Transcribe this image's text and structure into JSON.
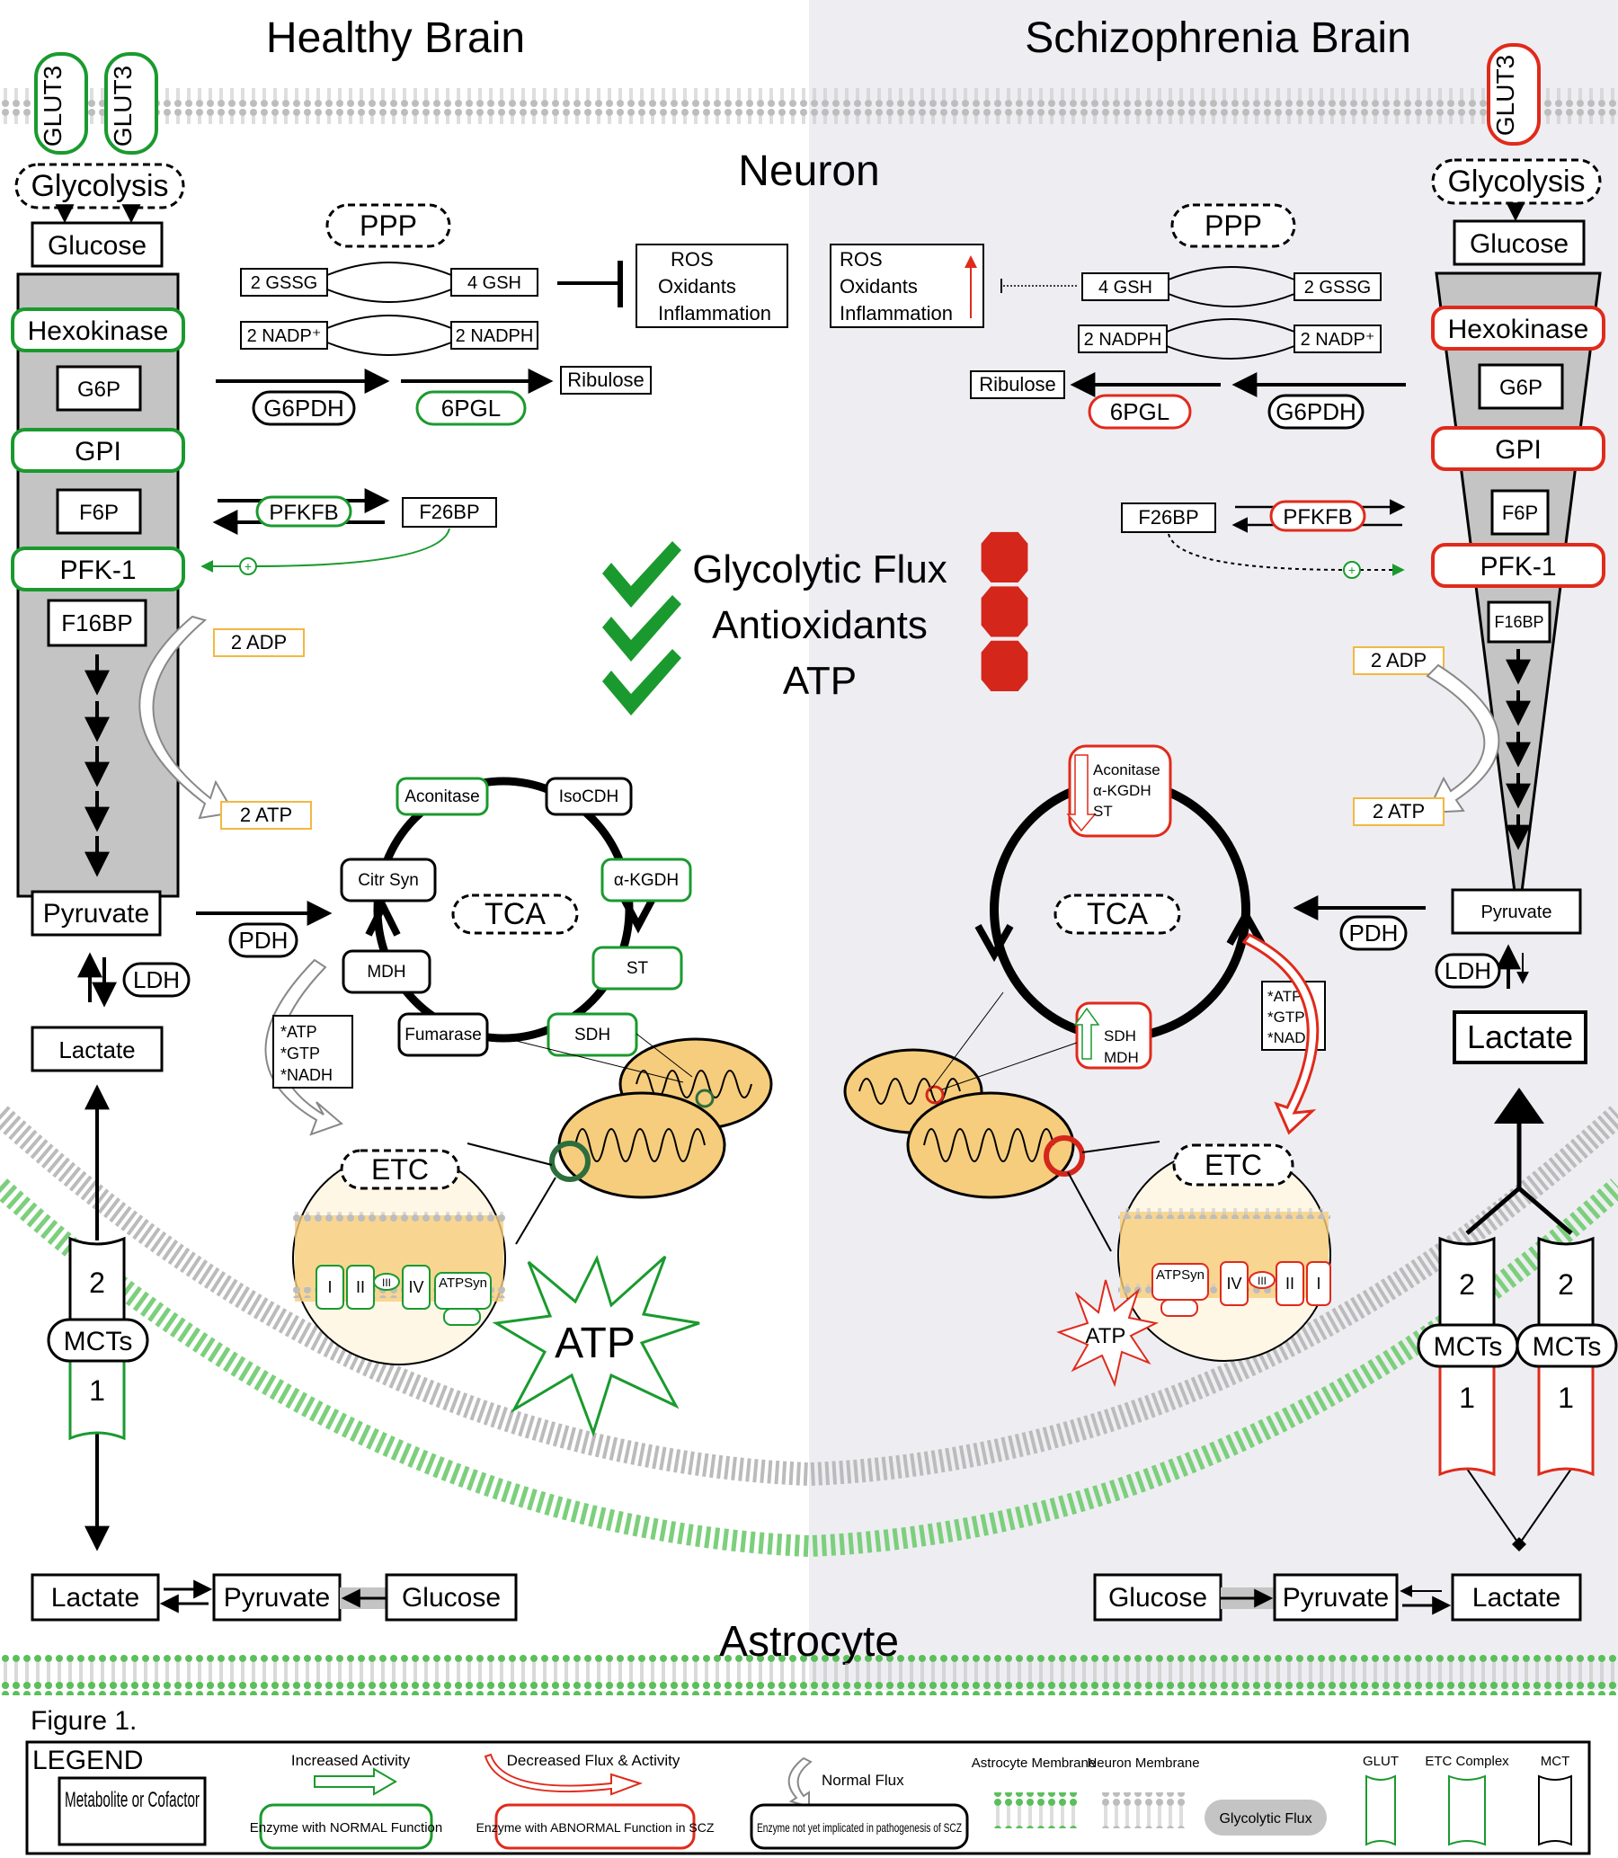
{
  "titles": {
    "healthy": "Healthy Brain",
    "scz": "Schizophrenia Brain",
    "neuron": "Neuron",
    "astrocyte": "Astrocyte",
    "figure": "Figure 1."
  },
  "colors": {
    "normal": "#1a9a2e",
    "abnormal": "#e02a1b",
    "shade": "#eeeef2",
    "glyco": "#c4c4c4",
    "orange": "#f4b740",
    "mito_fill": "#f6cd7c"
  },
  "common": {
    "glut3": "GLUT3",
    "glycolysis": "Glycolysis",
    "glucose": "Glucose",
    "hexokinase": "Hexokinase",
    "g6p": "G6P",
    "gpi": "GPI",
    "f6p": "F6P",
    "pfk1": "PFK-1",
    "f16bp": "F16BP",
    "pyruvate": "Pyruvate",
    "lactate": "Lactate",
    "ldh": "LDH",
    "pdh": "PDH",
    "ppp": "PPP",
    "gssg": "2 GSSG",
    "gsh": "4 GSH",
    "nadp": "2 NADP⁺",
    "nadph": "2 NADPH",
    "ros": "ROS",
    "oxidants": "Oxidants",
    "inflammation": "Inflammation",
    "g6pdh": "G6PDH",
    "pgl": "6PGL",
    "ribulose": "Ribulose",
    "pfkfb": "PFKFB",
    "f26bp": "F26BP",
    "adp": "2 ADP",
    "atp2": "2 ATP",
    "tca": "TCA",
    "etc": "ETC",
    "atp": "ATP",
    "atpsyn": "ATPSyn",
    "c1": "I",
    "c2": "II",
    "c3": "III",
    "c4": "IV",
    "mcts": "MCTs",
    "mct2": "2",
    "mct1": "1",
    "cofactors": [
      "*ATP",
      "*GTP",
      "*NADH"
    ]
  },
  "healthy": {
    "aconitase": "Aconitase",
    "isocdh": "IsoCDH",
    "akgdh": "α-KGDH",
    "st": "ST",
    "sdh": "SDH",
    "fumarase": "Fumarase",
    "mdh": "MDH",
    "citrsyn": "Citr Syn"
  },
  "scz": {
    "tca_decreased": [
      "Aconitase",
      "α-KGDH",
      "ST"
    ],
    "tca_increased": [
      "SDH",
      "MDH"
    ]
  },
  "center": {
    "items": [
      "Glycolytic Flux",
      "Antioxidants",
      "ATP"
    ]
  },
  "legend": {
    "title": "LEGEND",
    "metabolite": "Metabolite or Cofactor",
    "increased": "Increased Activity",
    "decreased": "Decreased Flux & Activity",
    "normal_flux": "Normal Flux",
    "enzyme_normal": "Enzyme with NORMAL Function",
    "enzyme_abnormal": "Enzyme with ABNORMAL Function in SCZ",
    "enzyme_unimplicated": "Enzyme not yet implicated in pathogenesis of SCZ",
    "astro_membrane": "Astrocyte Membrane",
    "neuron_membrane": "Neuron Membrane",
    "glyco_flux": "Glycolytic Flux",
    "glut": "GLUT",
    "etc_complex": "ETC Complex",
    "mct": "MCT"
  }
}
